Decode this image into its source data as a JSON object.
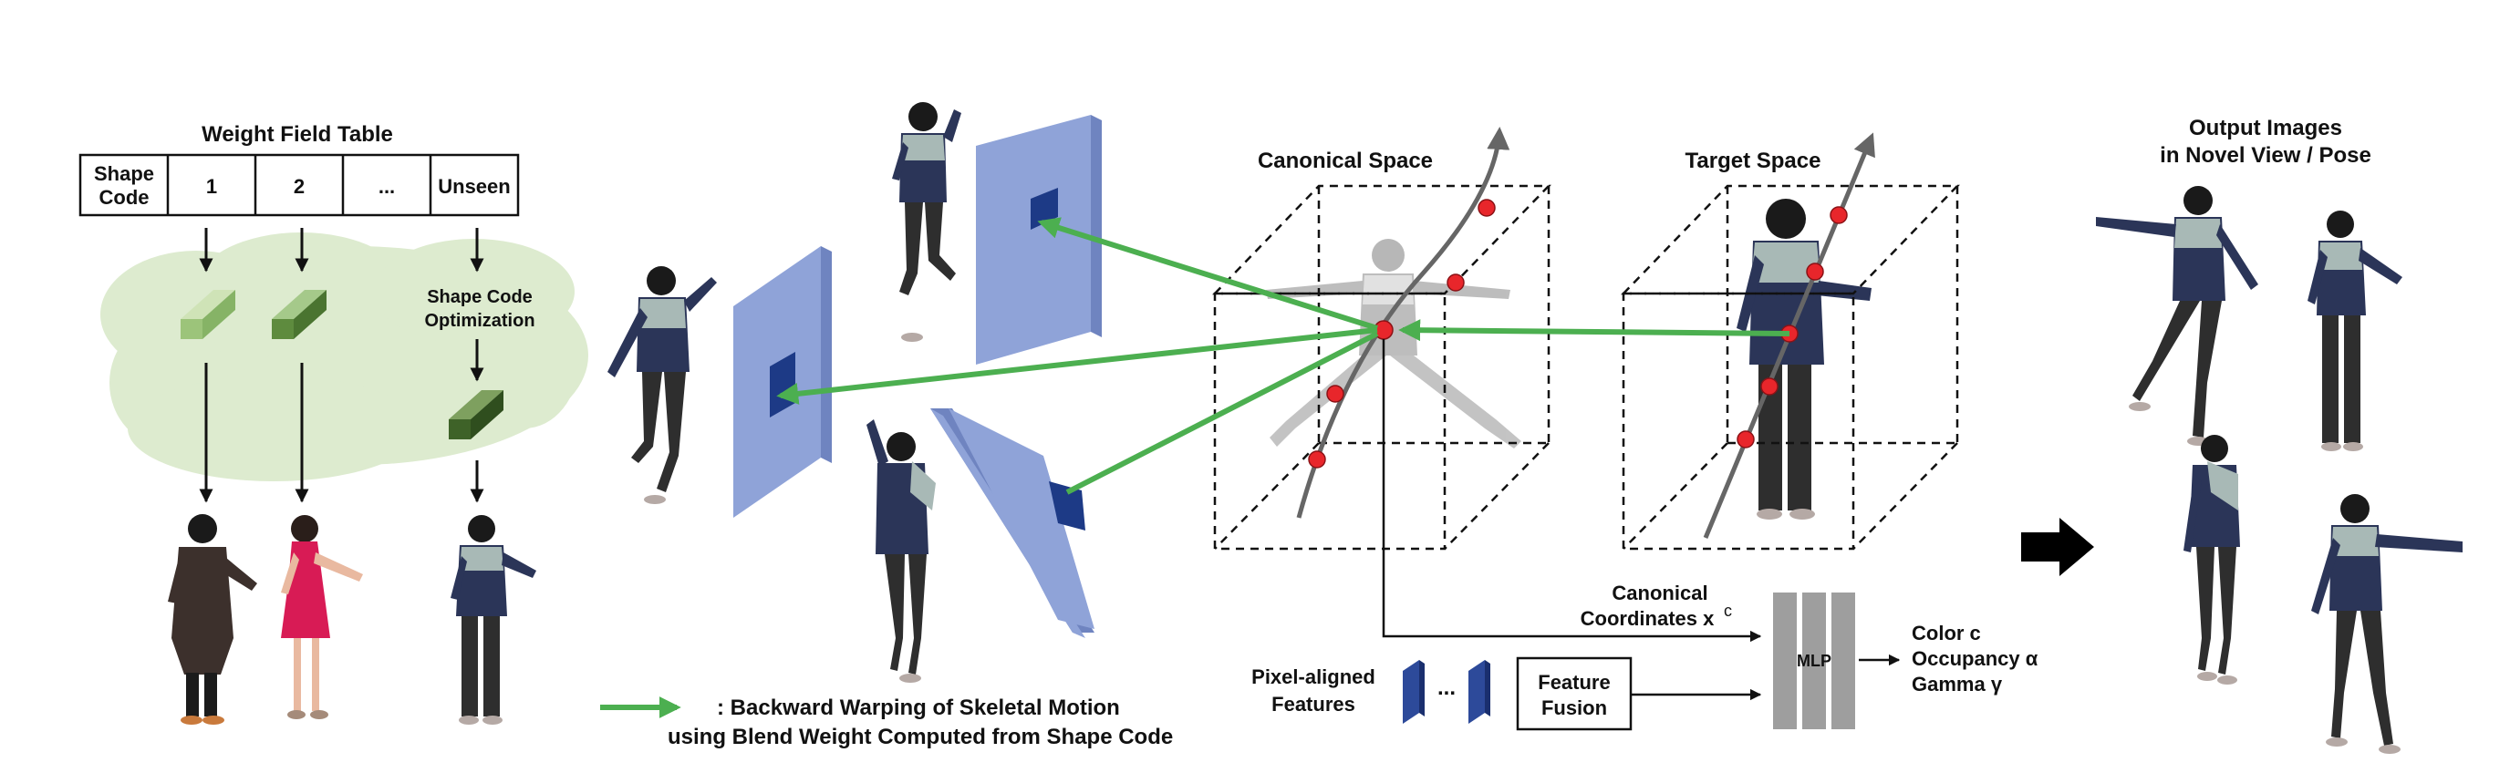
{
  "weight_table": {
    "title": "Weight Field Table",
    "cells": [
      "Shape",
      "Code",
      "1",
      "2",
      "...",
      "Unseen"
    ]
  },
  "shape_code_optimization": [
    "Shape Code",
    "Optimization"
  ],
  "canonical_space": {
    "title": "Canonical Space"
  },
  "target_space": {
    "title": "Target Space"
  },
  "output": {
    "title_line1": "Output Images",
    "title_line2": "in Novel View / Pose"
  },
  "legend": {
    "line1": ": Backward Warping of Skeletal Motion",
    "line2": "using Blend Weight Computed from Shape Code"
  },
  "canonical_coords": {
    "line1": "Canonical",
    "line2": "Coordinates x",
    "sup": "c"
  },
  "pixel_features": {
    "line1": "Pixel-aligned",
    "line2": "Features",
    "dots": "..."
  },
  "feature_fusion": {
    "line1": "Feature",
    "line2": "Fusion"
  },
  "mlp": {
    "label": "MLP"
  },
  "outputs": {
    "color": "Color c",
    "occupancy": "Occupancy α",
    "gamma": "Gamma γ"
  },
  "colors": {
    "green_arrow": "#4caf50",
    "cloud": "#ddebcf",
    "plane": "#8fa3d8",
    "plane_dark": "#1d3a86",
    "ray_point": "#e8262b",
    "mlp": "#9e9e9e"
  }
}
